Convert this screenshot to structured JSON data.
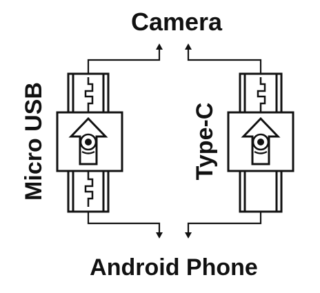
{
  "labels": {
    "top": "Camera",
    "bottom": "Android Phone",
    "left_adapter": "Micro USB",
    "right_adapter": "Type-C"
  },
  "colors": {
    "ink": "#111111",
    "background": "#ffffff"
  },
  "icons": {
    "adapter_badge": "home-camera-arrow-icon"
  }
}
